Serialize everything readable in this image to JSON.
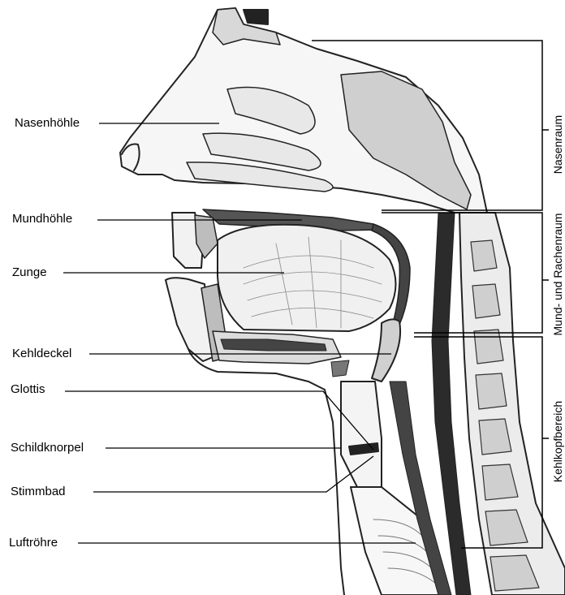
{
  "labels": {
    "nasenhoehle": "Nasenhöhle",
    "mundhoehle": "Mundhöhle",
    "zunge": "Zunge",
    "kehldeckel": "Kehldeckel",
    "glottis": "Glottis",
    "schildknorpel": "Schildknorpel",
    "stimmbad": "Stimmbad",
    "luftroehre": "Luftröhre"
  },
  "regions": {
    "nasenraum": "Nasenraum",
    "mund_rachenraum": "Mund- und Rachenraum",
    "kehlkopfbereich": "Kehlkopfbereich"
  }
}
